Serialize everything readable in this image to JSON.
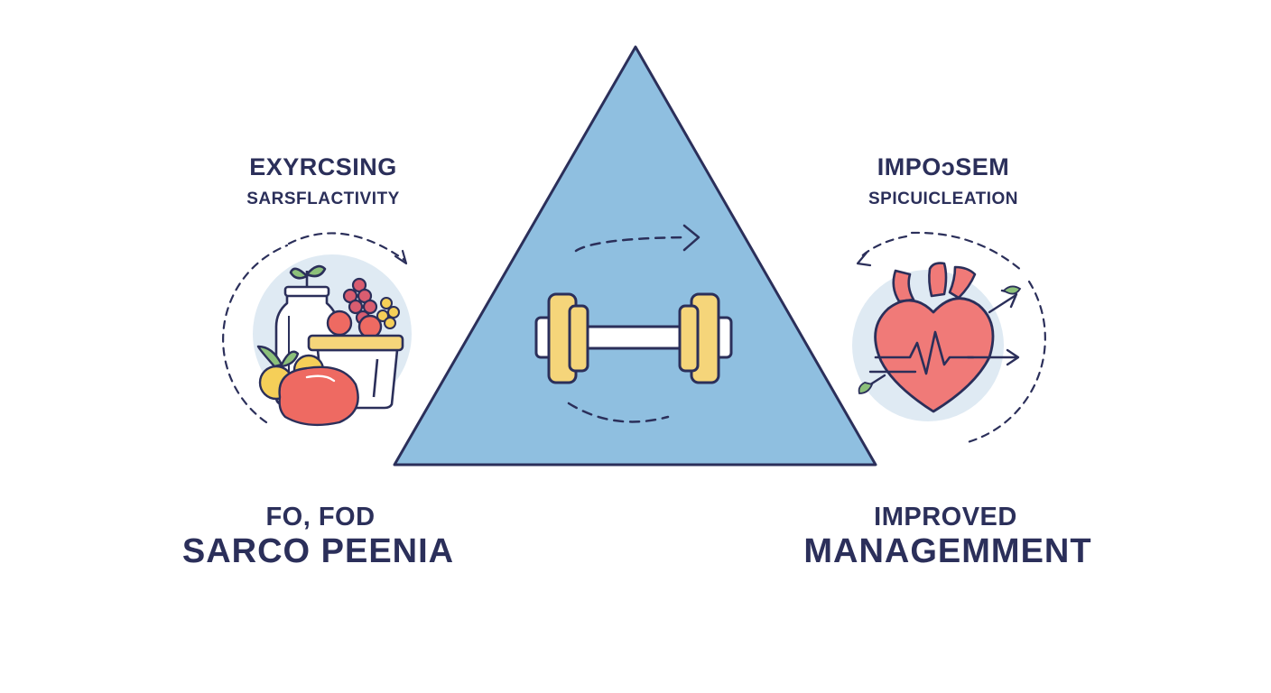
{
  "left": {
    "title": "EXYRCSING",
    "subtitle": "SARSFLACTIVITY",
    "icon": "healthy-food-icon"
  },
  "right": {
    "title": "IMPOɔSEM",
    "subtitle": "SPICUICLEATION",
    "icon": "heart-health-icon"
  },
  "center": {
    "icon": "dumbbell-icon"
  },
  "bottom_left": {
    "line1": "FO, FOD",
    "line2": "SARCO PEENIA"
  },
  "bottom_right": {
    "line1": "IMPROVED",
    "line2": "MANAGEMMENT"
  },
  "colors": {
    "triangle_fill": "#8fbfe0",
    "outline": "#2b2f5a",
    "circle_bg": "#dfeaf3",
    "dumbbell_plate": "#f5d57a",
    "heart": "#f07a78",
    "fruit_red": "#ee6a62",
    "fruit_yellow": "#f5cf58",
    "leaf_green": "#8cc07a",
    "berry": "#d95d70"
  }
}
